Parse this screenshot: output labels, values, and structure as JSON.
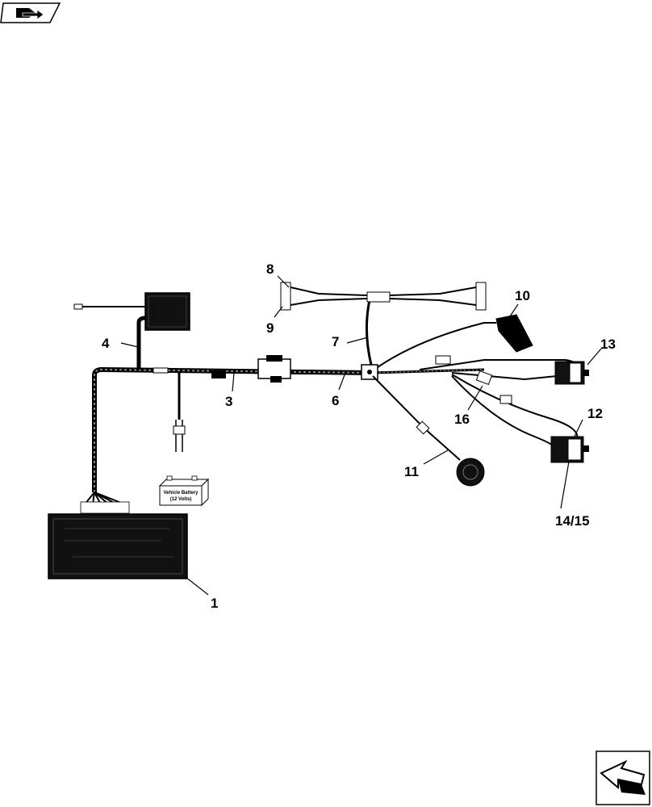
{
  "callouts": {
    "c1": "1",
    "c3": "3",
    "c4": "4",
    "c6": "6",
    "c7": "7",
    "c8": "8",
    "c9": "9",
    "c10": "10",
    "c11": "11",
    "c12": "12",
    "c13": "13",
    "c14_15": "14/15",
    "c16": "16"
  },
  "battery": {
    "line1": "Vehicle Battery",
    "line2": "(12 Volts)"
  },
  "icons": {
    "top_left": "book-with-arrow-icon",
    "bottom_right": "next-page-arrow-icon"
  }
}
